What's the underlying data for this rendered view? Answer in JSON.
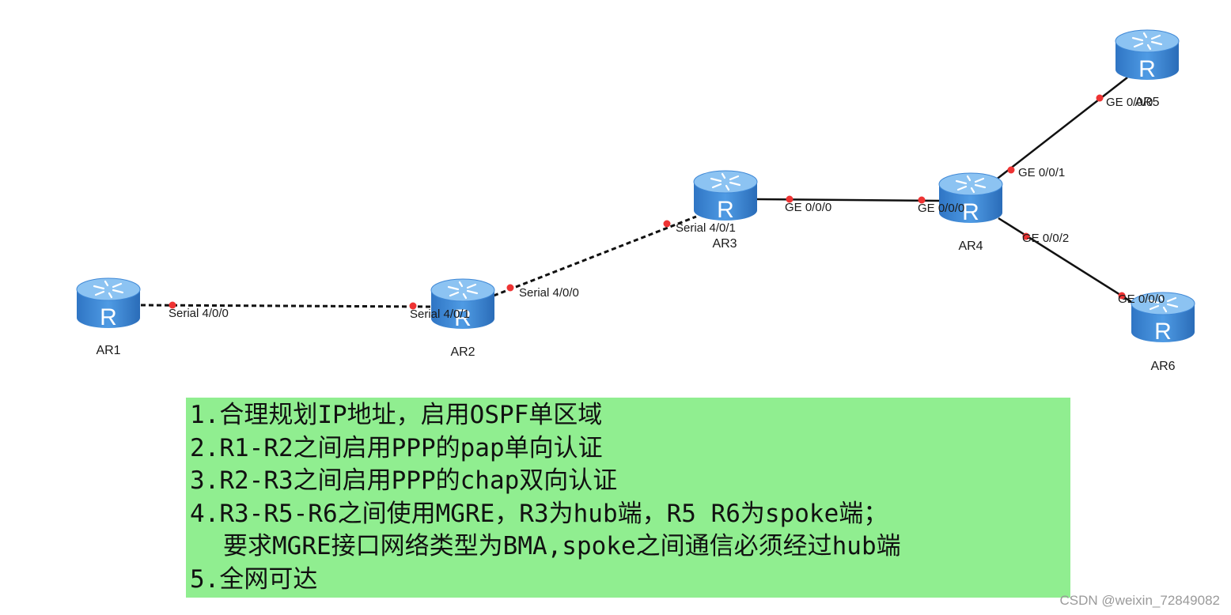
{
  "devices": [
    {
      "id": "ar1",
      "label": "AR1",
      "icon_letter": "R"
    },
    {
      "id": "ar2",
      "label": "AR2",
      "icon_letter": "R"
    },
    {
      "id": "ar3",
      "label": "AR3",
      "icon_letter": "R"
    },
    {
      "id": "ar4",
      "label": "AR4",
      "icon_letter": "R"
    },
    {
      "id": "ar5",
      "label": "AR5",
      "icon_letter": "R"
    },
    {
      "id": "ar6",
      "label": "AR6",
      "icon_letter": "R"
    }
  ],
  "links": [
    {
      "from": "ar1",
      "to": "ar2",
      "type": "serial",
      "from_port": "Serial 4/0/0",
      "to_port": "Serial 4/0/1"
    },
    {
      "from": "ar2",
      "to": "ar3",
      "type": "serial",
      "from_port": "Serial 4/0/0",
      "to_port": "Serial 4/0/1"
    },
    {
      "from": "ar3",
      "to": "ar4",
      "type": "ethernet",
      "from_port": "GE 0/0/0",
      "to_port": "GE 0/0/0"
    },
    {
      "from": "ar4",
      "to": "ar5",
      "type": "ethernet",
      "from_port": "GE 0/0/1",
      "to_port": "GE 0/0/0"
    },
    {
      "from": "ar4",
      "to": "ar6",
      "type": "ethernet",
      "from_port": "GE 0/0/2",
      "to_port": "GE 0/0/0"
    }
  ],
  "requirements": [
    "1.合理规划IP地址，启用OSPF单区域",
    "2.R1-R2之间启用PPP的pap单向认证",
    "3.R2-R3之间启用PPP的chap双向认证",
    "4.R3-R5-R6之间使用MGRE，R3为hub端，R5 R6为spoke端；",
    "要求MGRE接口网络类型为BMA,spoke之间通信必须经过hub端",
    "5.全网可达"
  ],
  "watermark": "CSDN @weixin_72849082",
  "colors": {
    "router_top": "#7fb8ec",
    "router_body": "#3f88d6",
    "port_dot": "#ee3333",
    "link": "#111111",
    "requirements_bg": "#90ee90"
  }
}
